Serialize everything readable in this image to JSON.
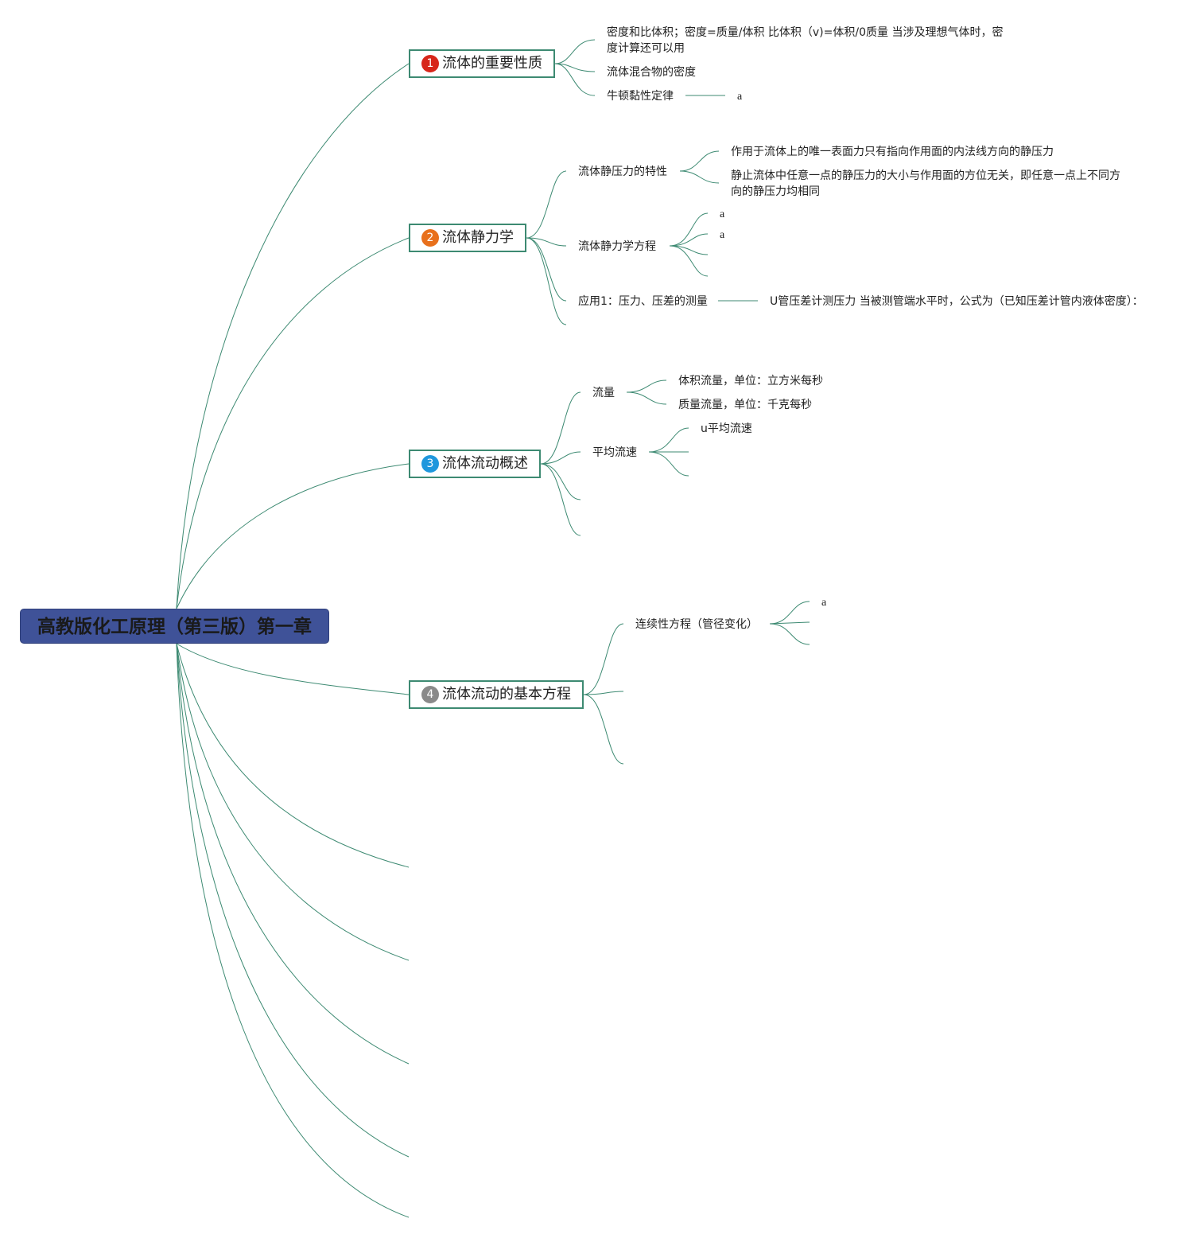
{
  "root": {
    "title": "高教版化工原理（第三版）第一章"
  },
  "topics": [
    {
      "num": "1",
      "label": "流体的重要性质",
      "color": "#d7261a"
    },
    {
      "num": "2",
      "label": "流体静力学",
      "color": "#e8701c"
    },
    {
      "num": "3",
      "label": "流体流动概述",
      "color": "#1f97dd"
    },
    {
      "num": "4",
      "label": "流体流动的基本方程",
      "color": "#8a8a8a"
    }
  ],
  "t1": {
    "density": "密度和比体积；密度=质量/体积 比体积（v)=体积/0质量 当涉及理想气体时，密度计算还可以用",
    "mixture": "流体混合物的密度",
    "newton": "牛顿黏性定律",
    "newton_child": "a"
  },
  "t2": {
    "props": "流体静压力的特性",
    "prop1": "作用于流体上的唯一表面力只有指向作用面的内法线方向的静压力",
    "prop2": "静止流体中任意一点的静压力的大小与作用面的方位无关，即任意一点上不同方向的静压力均相同",
    "equation": "流体静力学方程",
    "eq_child1": "a",
    "eq_child2": "a",
    "app": "应用1：压力、压差的测量",
    "app_child": "U管压差计测压力 当被测管端水平时，公式为（已知压差计管内液体密度）："
  },
  "t3": {
    "flow": "流量",
    "vol": "体积流量，单位：立方米每秒",
    "mass": "质量流量，单位：千克每秒",
    "avg": "平均流速",
    "avg_child": "u平均流速"
  },
  "t4": {
    "continuity": "连续性方程（管径变化）",
    "cont_child": "a"
  },
  "colors": {
    "line": "#3d8a72",
    "root_bg": "#3f5298"
  }
}
